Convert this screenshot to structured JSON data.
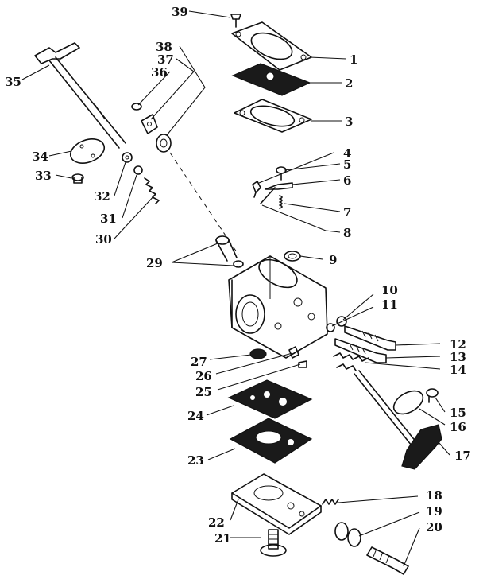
{
  "diagram": {
    "part_numbers": [
      "1",
      "2",
      "3",
      "4",
      "5",
      "6",
      "7",
      "8",
      "9",
      "10",
      "11",
      "12",
      "13",
      "14",
      "15",
      "16",
      "17",
      "18",
      "19",
      "20",
      "21",
      "22",
      "23",
      "24",
      "25",
      "26",
      "27",
      "29",
      "30",
      "31",
      "32",
      "33",
      "34",
      "35",
      "36",
      "37",
      "38",
      "39"
    ]
  }
}
